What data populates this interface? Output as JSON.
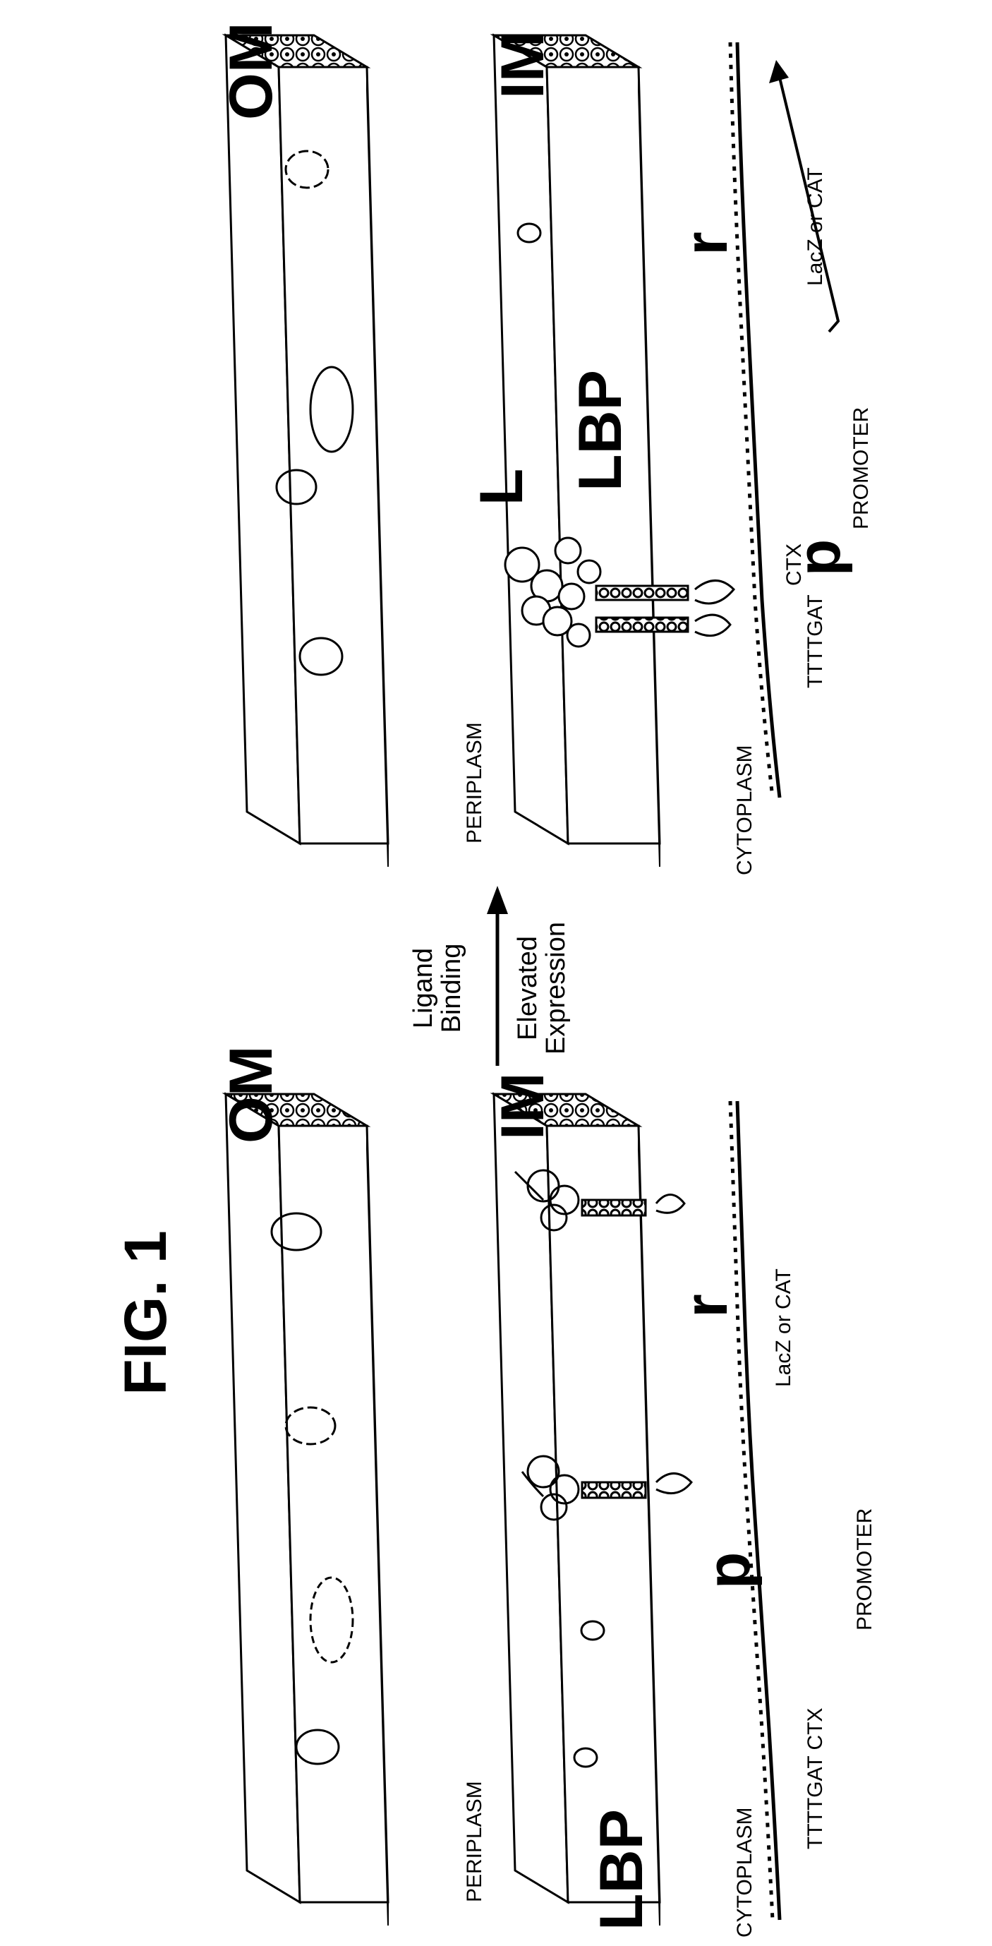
{
  "figure_title": "FIG. 1",
  "left_panel": {
    "outer_membrane_label": "OM",
    "inner_membrane_label": "IM",
    "periplasm_label": "PERIPLASM",
    "cytoplasm_label": "CYTOPLASM",
    "lbp_label": "LBP",
    "promoter_p_label": "p",
    "promoter_sequence_label": "TTTTGAT CTX",
    "promoter_label": "PROMOTER",
    "reporter_r_label": "r",
    "reporter_gene_label": "LacZ or CAT"
  },
  "center_arrow": {
    "top_line1": "Ligand",
    "top_line2": "Binding",
    "bottom_line1": "Elevated",
    "bottom_line2": "Expression"
  },
  "right_panel": {
    "outer_membrane_label": "OM",
    "inner_membrane_label": "IM",
    "periplasm_label": "PERIPLASM",
    "cytoplasm_label": "CYTOPLASM",
    "ligand_label": "L",
    "lbp_label": "LBP",
    "promoter_p_label": "p",
    "promoter_sequence_label": "TTTTGAT",
    "ctx_label": "CTX",
    "promoter_label": "PROMOTER",
    "reporter_r_label": "r",
    "reporter_gene_label": "LacZ or CAT"
  },
  "colors": {
    "ink": "#000000",
    "paper": "#ffffff"
  }
}
